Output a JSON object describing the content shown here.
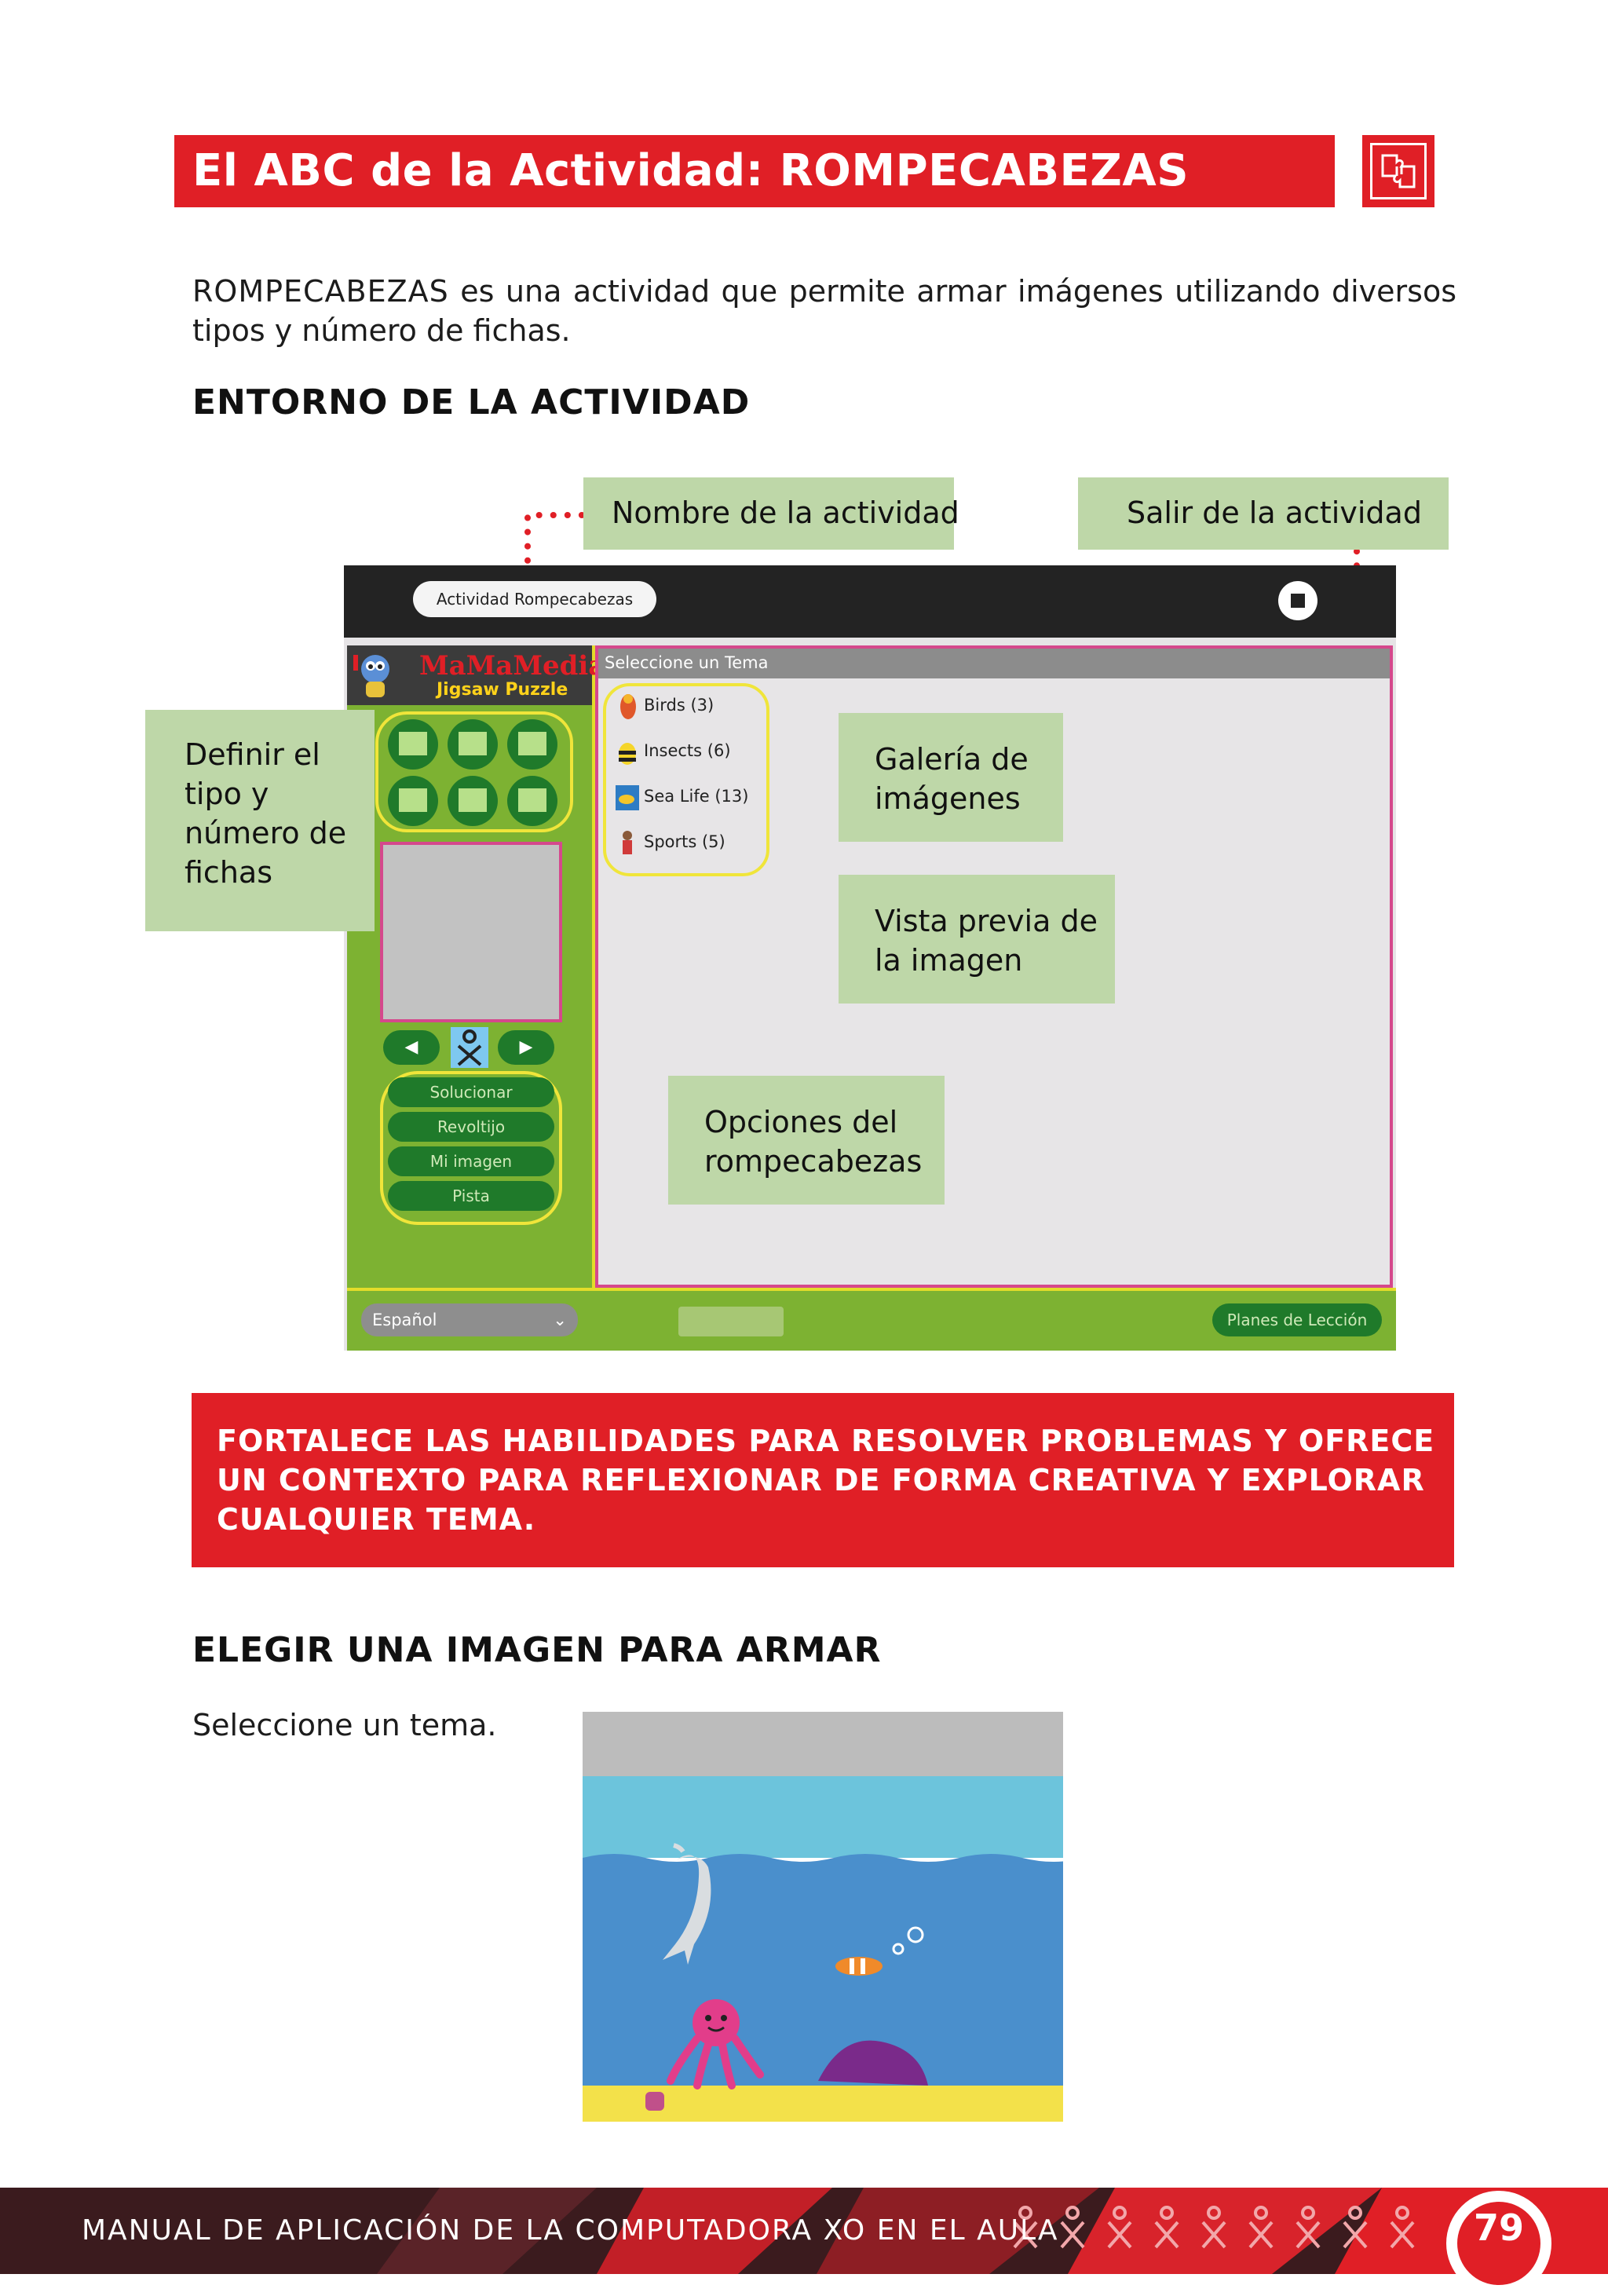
{
  "header": {
    "title": "El ABC de la Actividad: ROMPECABEZAS",
    "icon": "puzzle-icon"
  },
  "intro": {
    "activity_name": "ROMPECABEZAS",
    "text": " es una actividad que permite armar imágenes utilizando diversos tipos y número de fichas."
  },
  "section_environment": {
    "heading": "ENTORNO DE LA ACTIVIDAD",
    "callouts": {
      "name": "Nombre de la actividad",
      "exit": "Salir de la actividad",
      "define": "Definir el tipo y número de fichas",
      "gallery": "Galería de imágenes",
      "preview": "Vista previa de la imagen",
      "options": "Opciones del rompecabezas"
    },
    "callout_color": "#bed7a8",
    "dot_color": "#e01f26"
  },
  "activity_screen": {
    "activity_title": "Actividad Rompecabezas",
    "logo_title": "MaMaMedia",
    "logo_subtitle": "Jigsaw Puzzle",
    "panel_header": "Seleccione un Tema",
    "themes": [
      {
        "label": "Birds (3)",
        "icon": "parrot-icon"
      },
      {
        "label": "Insects (6)",
        "icon": "bee-icon"
      },
      {
        "label": "Sea Life (13)",
        "icon": "fish-icon"
      },
      {
        "label": "Sports (5)",
        "icon": "sports-icon"
      }
    ],
    "options": [
      "Solucionar",
      "Revoltijo",
      "Mi imagen",
      "Pista"
    ],
    "language": "Español",
    "lesson_button": "Planes de Lección",
    "colors": {
      "green": "#7db232",
      "dark_green": "#1f7a2a",
      "yellow": "#f0e53a",
      "pink": "#d5488c"
    }
  },
  "info_box": {
    "text": "FORTALECE LAS HABILIDADES PARA RESOLVER PROBLEMAS Y OFRECE UN CONTEXTO PARA REFLEXIONAR DE FORMA CREATIVA Y EXPLORAR CUALQUIER TEMA."
  },
  "section_choose": {
    "heading": "ELEGIR UNA IMAGEN PARA ARMAR",
    "instruction": "Seleccione un tema."
  },
  "footer": {
    "text": "MANUAL DE APLICACIÓN DE LA COMPUTADORA XO EN EL AULA",
    "page_number": "79"
  }
}
